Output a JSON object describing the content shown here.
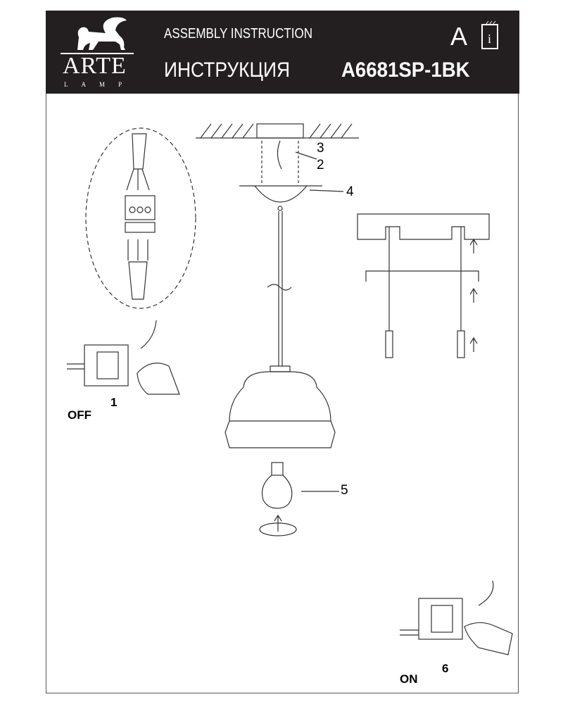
{
  "header": {
    "brand": "ARTE",
    "brand_sub": "LAMP",
    "title_en": "ASSEMBLY INSTRUCTION",
    "title_ru": "ИНСТРУКЦИЯ",
    "model": "A6681SP-1BK",
    "language_mark": "A",
    "manual_icon": "manual-info-icon"
  },
  "callouts": [
    "1",
    "2",
    "3",
    "4",
    "5",
    "6"
  ],
  "switch_labels": {
    "off": "OFF",
    "on": "ON"
  }
}
